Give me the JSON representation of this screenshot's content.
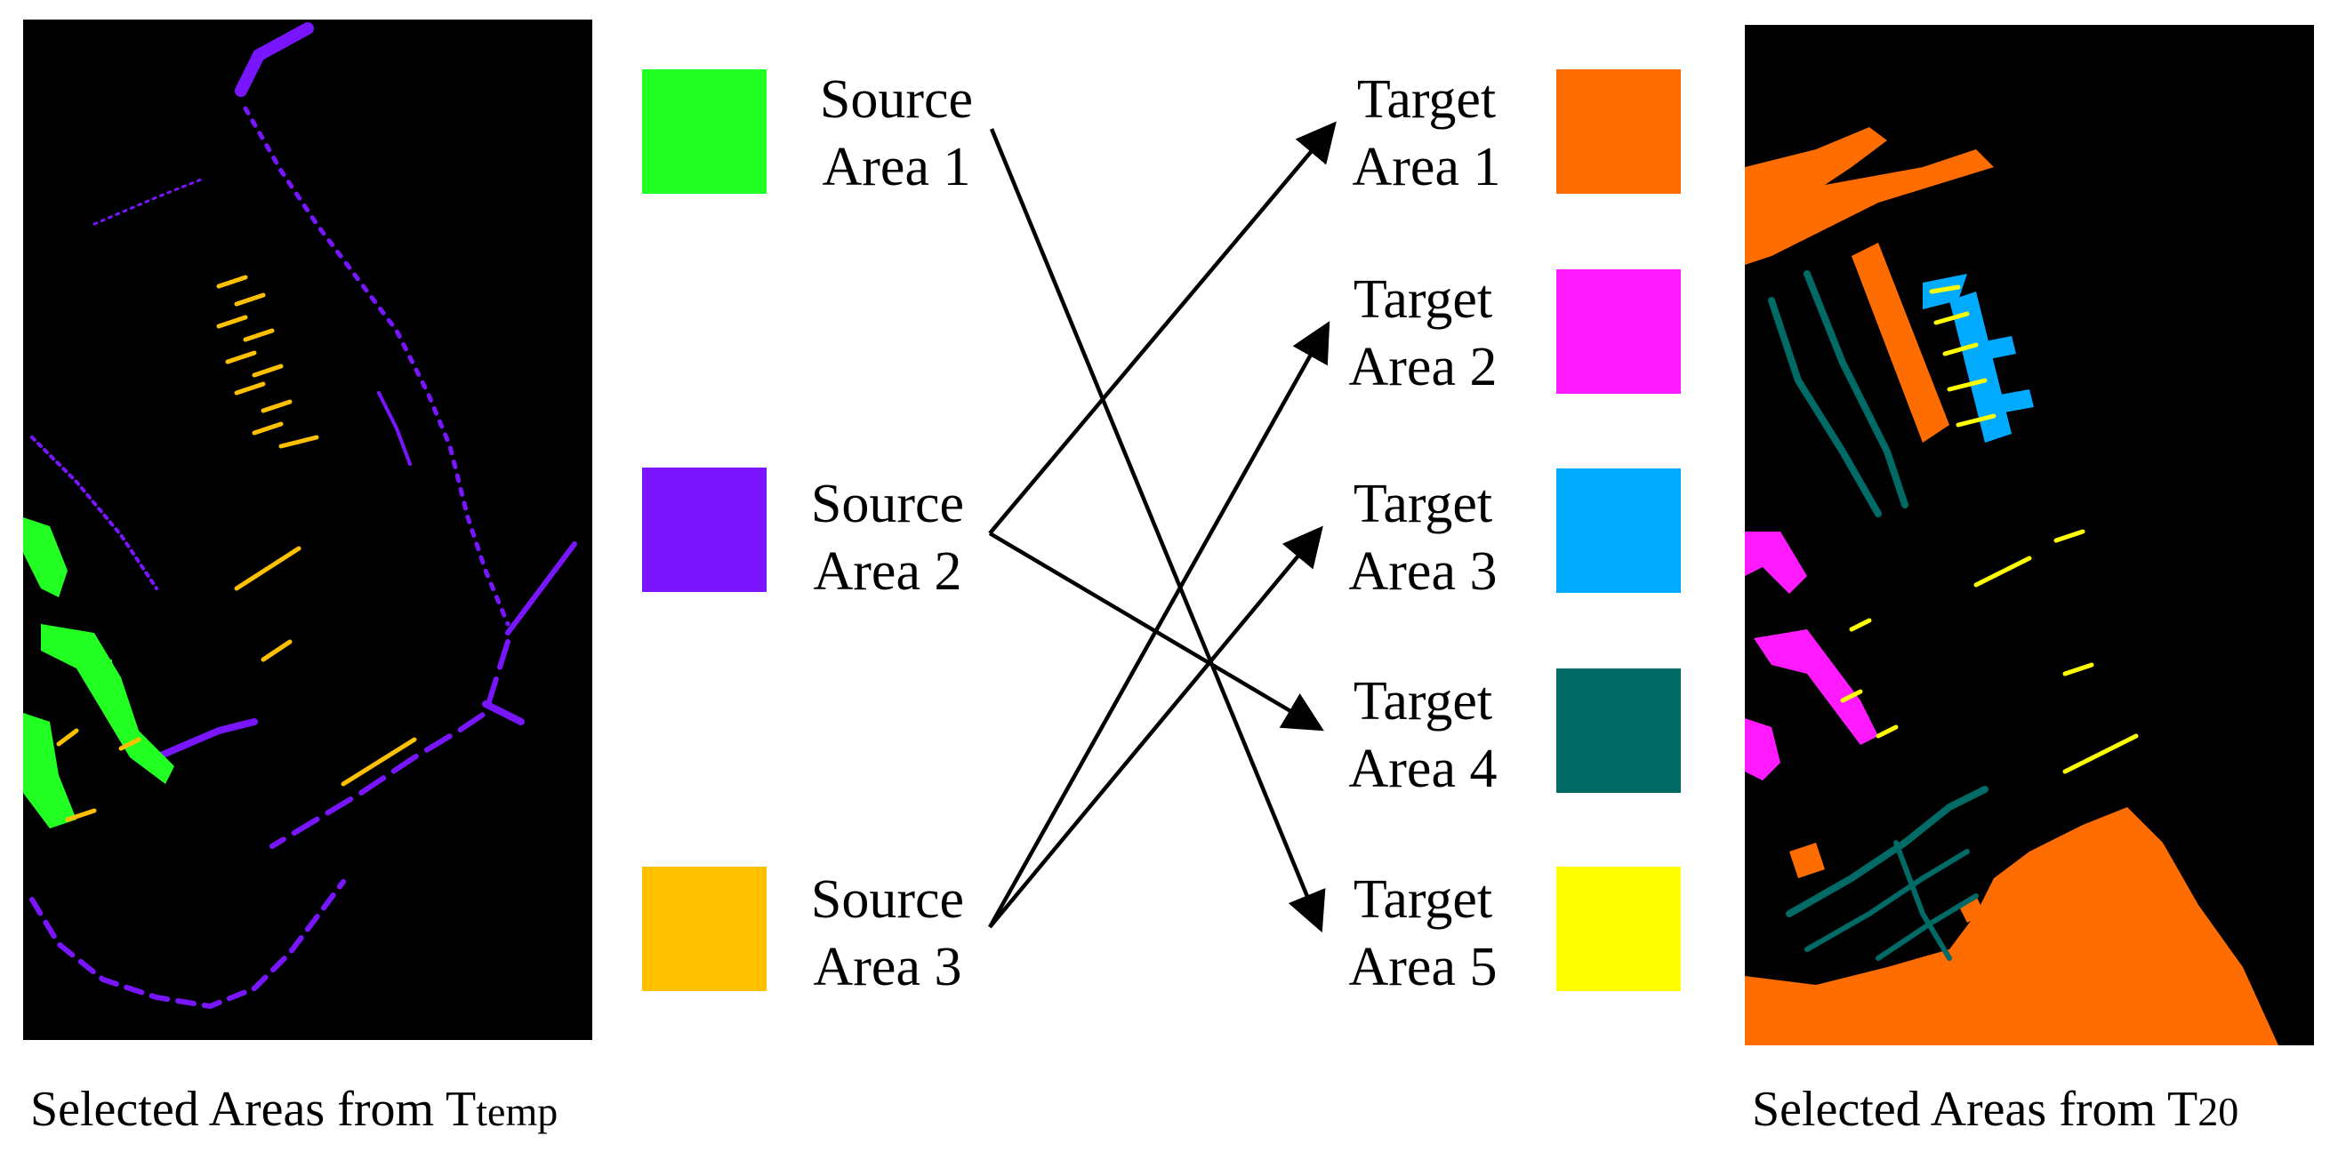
{
  "left_panel": {
    "caption_text": "Selected Areas from T",
    "caption_sub": "temp"
  },
  "right_panel": {
    "caption_text": "Selected Areas from T",
    "caption_sub": "20"
  },
  "source_areas": [
    {
      "line1": "Source",
      "line2": "Area 1",
      "color": "#22ff22"
    },
    {
      "line1": "Source",
      "line2": "Area 2",
      "color": "#7a16ff"
    },
    {
      "line1": "Source",
      "line2": "Area 3",
      "color": "#ffc000"
    }
  ],
  "target_areas": [
    {
      "line1": "Target",
      "line2": "Area 1",
      "color": "#ff6c00"
    },
    {
      "line1": "Target",
      "line2": "Area 2",
      "color": "#ff1aff"
    },
    {
      "line1": "Target",
      "line2": "Area 3",
      "color": "#00aaff"
    },
    {
      "line1": "Target",
      "line2": "Area 4",
      "color": "#006b66"
    },
    {
      "line1": "Target",
      "line2": "Area 5",
      "color": "#ffff00"
    }
  ],
  "mappings": [
    {
      "from": "Source Area 1",
      "to": "Target Area 5"
    },
    {
      "from": "Source Area 2",
      "to": "Target Area 1"
    },
    {
      "from": "Source Area 2",
      "to": "Target Area 4"
    },
    {
      "from": "Source Area 3",
      "to": "Target Area 2"
    },
    {
      "from": "Source Area 3",
      "to": "Target Area 3"
    }
  ]
}
